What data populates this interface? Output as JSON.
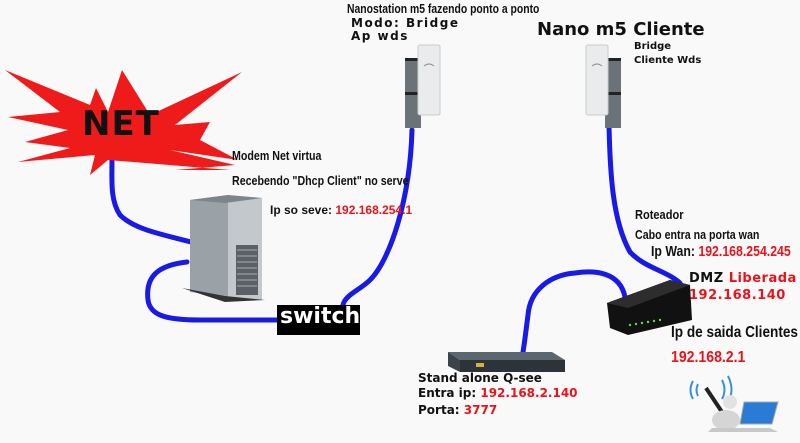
{
  "colors": {
    "cable": "#1a1ae6",
    "starburst": "#ef1b1b",
    "label_red": "#e8141b",
    "switch_bg": "#000000"
  },
  "internet": {
    "label": "NET",
    "icon": "starburst-icon"
  },
  "modem_server": {
    "line1": "Modem Net virtua",
    "line2": "Recebendo \"Dhcp Client\" no serve",
    "ip_label": "Ip so seve:",
    "ip_value": "192.168.254.1",
    "icon": "server-tower-icon"
  },
  "switch": {
    "label": "switch"
  },
  "ap_nanostation": {
    "title": "Nanostation m5 fazendo ponto a ponto",
    "mode": "Modo: Bridge",
    "sub": "Ap wds",
    "icon": "antenna-icon"
  },
  "client_nanostation": {
    "title": "Nano m5 Cliente",
    "mode": "Bridge",
    "sub": "Cliente Wds",
    "icon": "antenna-icon"
  },
  "router": {
    "title": "Roteador",
    "note": "Cabo entra na porta wan",
    "wan_label": "Ip Wan:",
    "wan_ip": "192.168.254.245",
    "dmz_label": "DMZ",
    "dmz_status": "Liberada",
    "dmz_ip": "192.168.140",
    "icon": "router-icon"
  },
  "clients": {
    "label": "Ip de saida Clientes",
    "ip": "192.168.2.1",
    "icon": "wireless-laptop-icon"
  },
  "dvr": {
    "title": "Stand alone Q-see",
    "ip_label": "Entra ip:",
    "ip_value": "192.168.2.140",
    "port_label": "Porta:",
    "port_value": "3777",
    "icon": "dvr-icon"
  }
}
